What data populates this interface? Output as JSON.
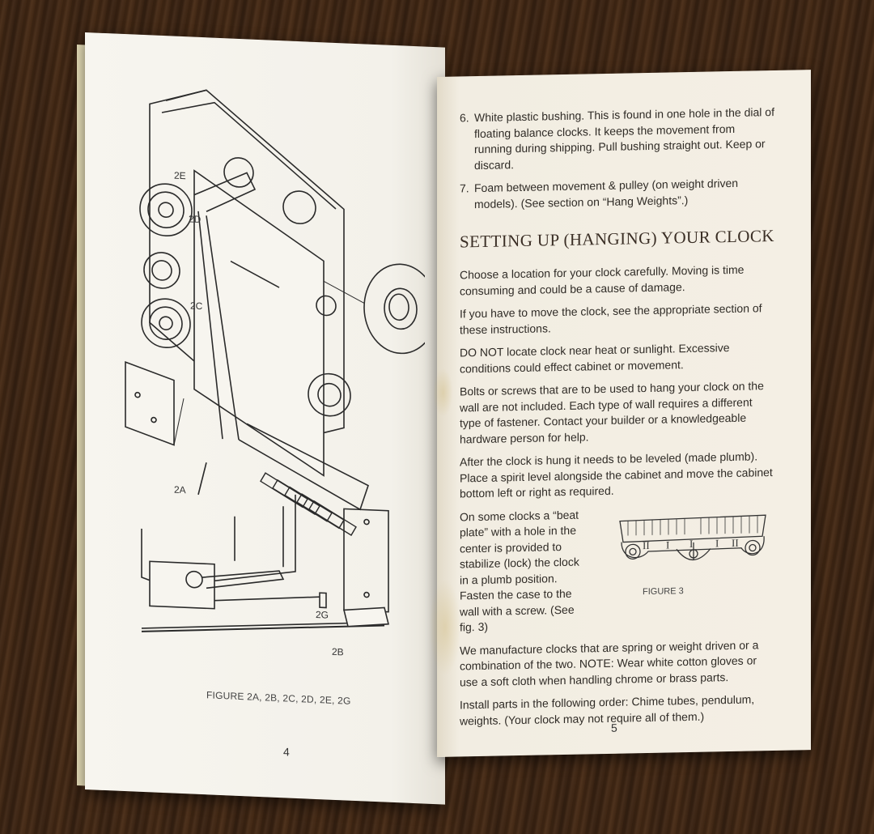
{
  "left_page": {
    "figure_labels": [
      "2E",
      "2D",
      "2C",
      "2A",
      "2G",
      "2B"
    ],
    "caption": "FIGURE 2A, 2B, 2C, 2D, 2E, 2G",
    "page_number": "4"
  },
  "right_page": {
    "items": [
      {
        "num": "6.",
        "text": "White plastic bushing. This is found in one hole in the dial of floating balance clocks. It keeps the movement from running during shipping. Pull bushing straight out. Keep or discard."
      },
      {
        "num": "7.",
        "text": "Foam between movement & pulley (on weight driven models). (See section on “Hang Weights”.)"
      }
    ],
    "heading": "SETTING UP (HANGING) YOUR CLOCK",
    "paragraphs": [
      "Choose a location for your clock carefully. Moving is time consuming and could be a cause of damage.",
      "If you have to move the clock, see the appropriate section of these instructions.",
      "DO NOT locate clock near heat or sunlight. Excessive conditions could effect cabinet or movement.",
      "Bolts or screws that are to be used to hang your clock on the wall are not included. Each type of wall requires a different type of fastener. Contact your builder or a knowledgeable hardware person for help.",
      "After the clock is hung it needs to be leveled (made plumb). Place a spirit level alongside the cabinet and move the cabinet bottom left or right as required."
    ],
    "beat_plate_text": "On some clocks a “beat plate” with a hole in the center is provided to stabilize (lock) the clock in a plumb position. Fasten the case to the wall with a screw. (See fig. 3)",
    "figure3_caption": "FIGURE 3",
    "figure3_numerals": [
      "II",
      "I",
      "I",
      "I",
      "II"
    ],
    "paragraphs_after": [
      "We manufacture clocks that are spring or weight driven or a combination of the two. NOTE: Wear white cotton gloves or use a soft cloth when handling chrome or brass parts.",
      "Install parts in the following order: Chime tubes, pendulum, weights. (Your clock may not require all of them.)"
    ],
    "page_number": "5"
  }
}
